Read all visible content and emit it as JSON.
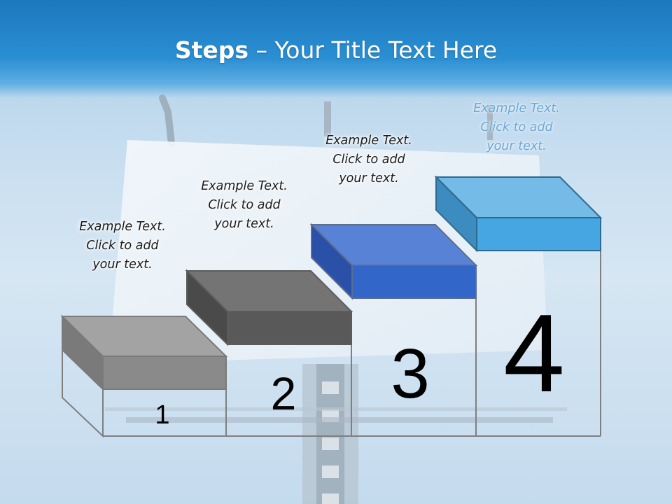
{
  "slide": {
    "title_bold": "Steps",
    "title_rest": " – Your Title Text Here"
  },
  "steps": [
    {
      "number": "1",
      "text": [
        "Example Text.",
        "Click  to add",
        "your text."
      ],
      "front": "#8a8a8a",
      "top": "#a3a3a3",
      "side": "#777777"
    },
    {
      "number": "2",
      "text": [
        "Example Text.",
        "Click  to add",
        "your text."
      ],
      "front": "#595959",
      "top": "#747474",
      "side": "#4a4a4a"
    },
    {
      "number": "3",
      "text": [
        "Example Text.",
        "Click  to add",
        "your text."
      ],
      "front": "#3266c8",
      "top": "#5882d6",
      "side": "#2a50a8"
    },
    {
      "number": "4",
      "text": [
        "Example Text.",
        "Click  to add",
        "your text."
      ],
      "front": "#45a6e2",
      "top": "#75bbe8",
      "side": "#3d8cbf"
    }
  ]
}
